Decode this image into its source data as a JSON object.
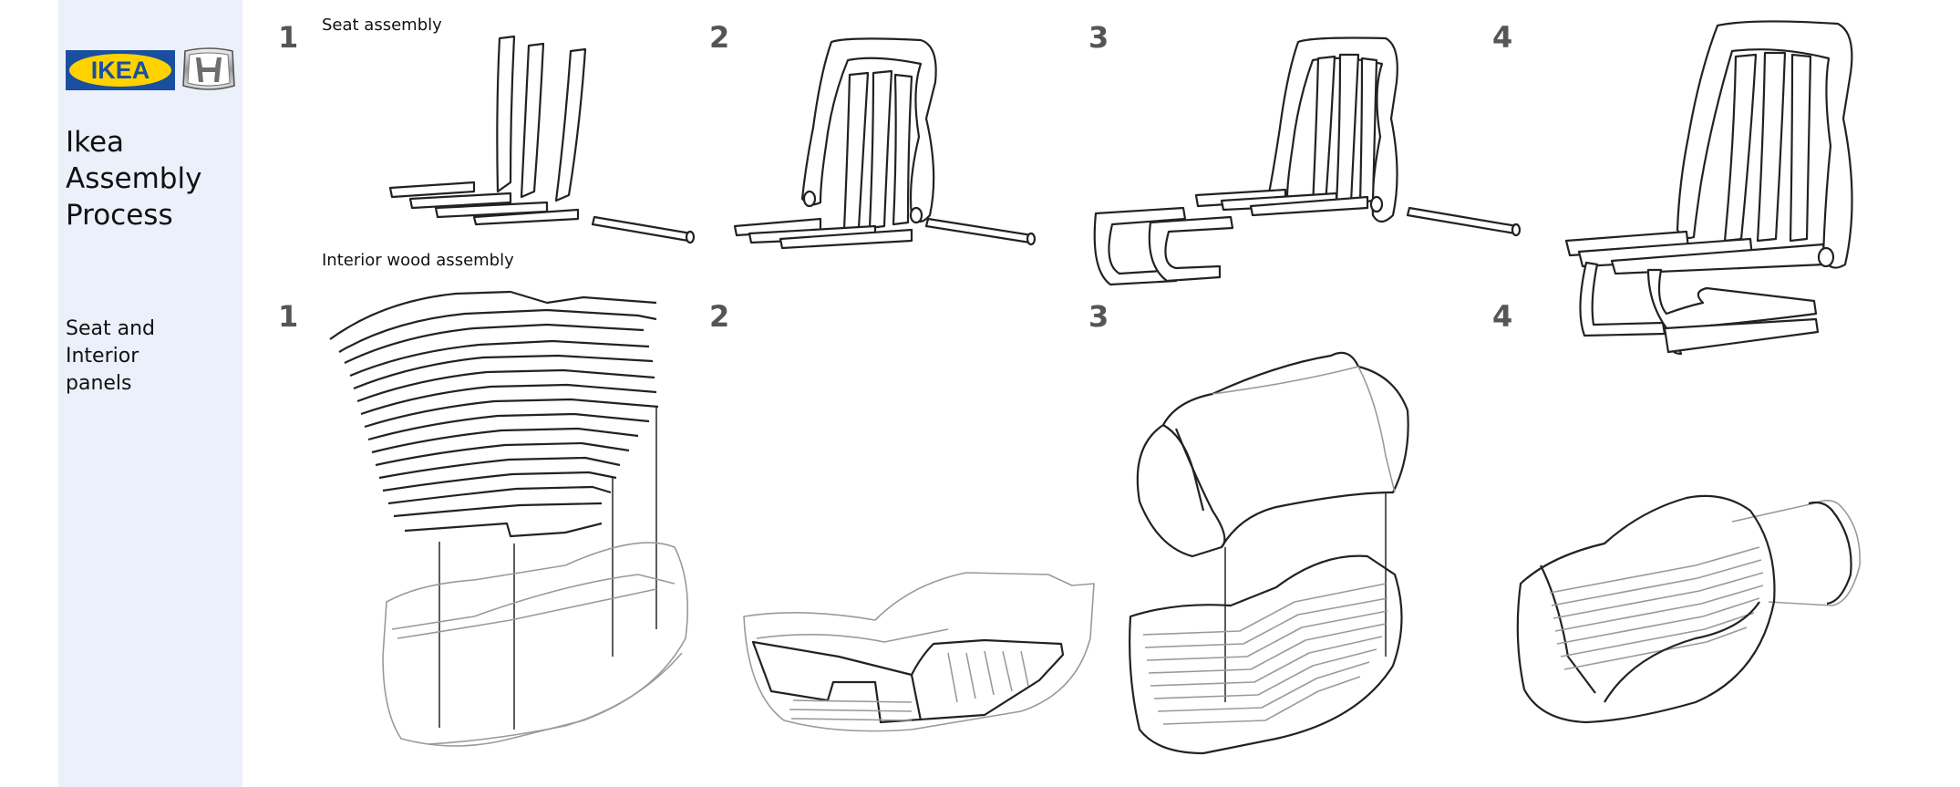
{
  "sidebar": {
    "brand_ikea": "IKEA",
    "title_lines": [
      "Ikea",
      "Assembly",
      "Process"
    ],
    "subtitle_lines": [
      "Seat and",
      "Interior",
      "panels"
    ],
    "colors": {
      "background": "#ebf0fb",
      "ikea_blue": "#1a4fa0",
      "ikea_yellow": "#ffd200"
    }
  },
  "sections": {
    "seat": {
      "label": "Seat assembly",
      "steps": [
        "1",
        "2",
        "3",
        "4"
      ]
    },
    "interior": {
      "label": "Interior wood assembly",
      "steps": [
        "1",
        "2",
        "3",
        "4"
      ]
    }
  },
  "icons": [
    "ikea-logo",
    "honda-logo"
  ]
}
